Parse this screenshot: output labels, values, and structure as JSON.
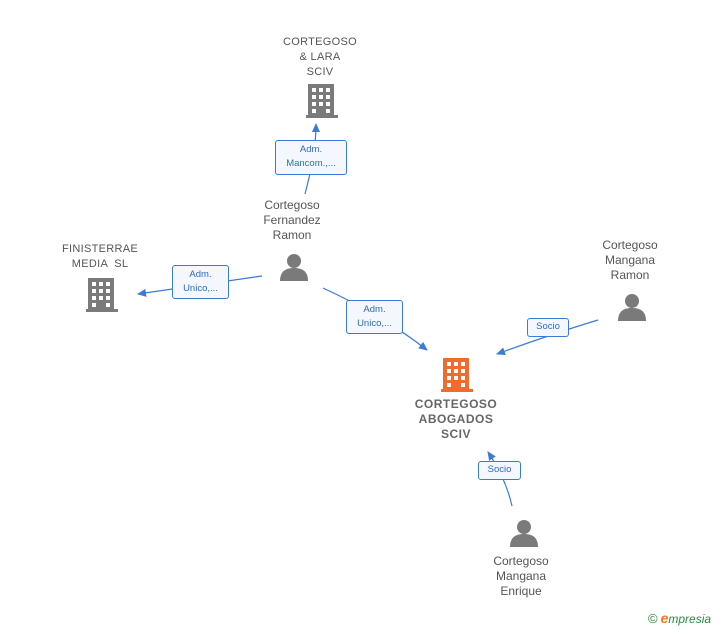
{
  "colors": {
    "edge": "#3a7bd5",
    "icon_gray": "#7a7a7a",
    "icon_main": "#f26a2e",
    "label_text": "#555555"
  },
  "nodes": {
    "cortegoso_lara": {
      "lines": [
        "CORTEGOSO",
        "& LARA",
        "SCIV"
      ],
      "icon": "building-icon"
    },
    "fernandez_ramon": {
      "lines": [
        "Cortegoso",
        "Fernandez",
        "Ramon"
      ],
      "icon": "person-icon"
    },
    "finisterrae": {
      "lines": [
        "FINISTERRAE",
        "MEDIA  SL"
      ],
      "icon": "building-icon"
    },
    "mangana_ramon": {
      "lines": [
        "Cortegoso",
        "Mangana",
        "Ramon"
      ],
      "icon": "person-icon"
    },
    "abogados": {
      "lines": [
        "CORTEGOSO",
        "ABOGADOS",
        "SCIV"
      ],
      "icon": "building-icon"
    },
    "mangana_enrique": {
      "lines": [
        "Cortegoso",
        "Mangana",
        "Enrique"
      ],
      "icon": "person-icon"
    }
  },
  "edges": {
    "to_lara": {
      "lines": [
        "Adm.",
        "Mancom.,..."
      ]
    },
    "to_finisterrae": {
      "lines": [
        "Adm.",
        "Unico,..."
      ]
    },
    "to_abogados_from_fernandez": {
      "lines": [
        "Adm.",
        "Unico,..."
      ]
    },
    "to_abogados_from_ramon": {
      "lines": [
        "Socio"
      ]
    },
    "to_abogados_from_enrique": {
      "lines": [
        "Socio"
      ]
    }
  },
  "brand": {
    "copyright": "©",
    "first_letter": "e",
    "rest": "mpresia"
  }
}
